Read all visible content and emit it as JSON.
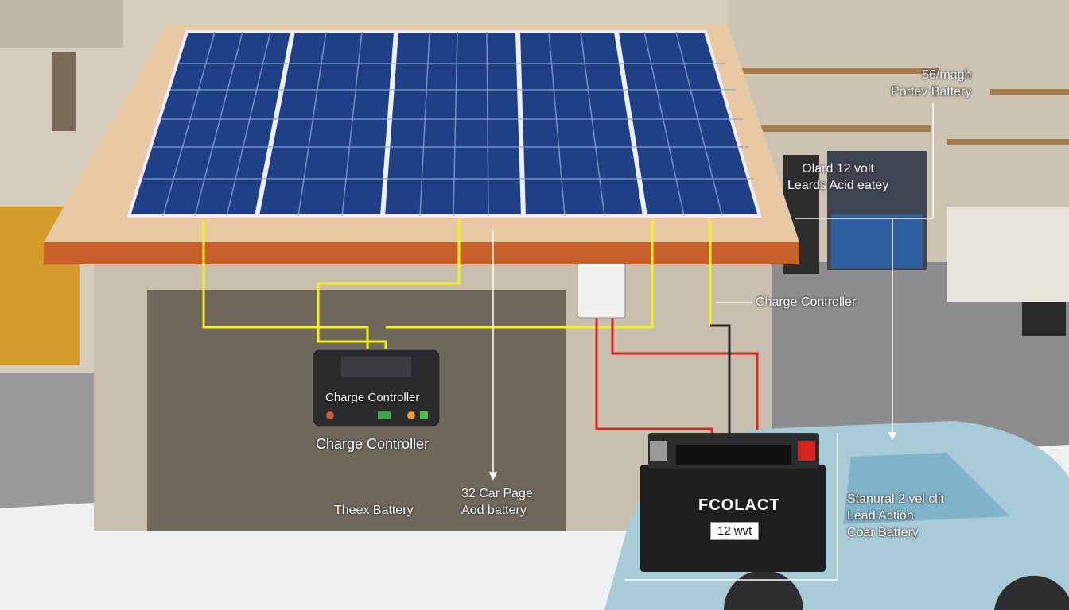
{
  "labels": {
    "portable_battery": [
      "56/magh",
      "Portev Battery"
    ],
    "lead_acid": [
      "Olard 12 volt",
      "Leards Acid eatey"
    ],
    "charge_controller_right": "Charge Controller",
    "controller_screen": "Charge Controller",
    "charge_controller_caption": "Charge Controller",
    "theex_battery": "Theex Battery",
    "car_page": [
      "32 Car Page",
      "Aod battery"
    ],
    "standard_car_battery": [
      "Stanural 2 vel clit",
      "Lead Action",
      "Coar Battery"
    ]
  },
  "battery": {
    "brand": "FCOLACT",
    "voltage": "12 wvt"
  },
  "colors": {
    "panel": "#1f3f86",
    "wire_yellow": "#f2f020",
    "wire_red": "#e0231d",
    "roof_fascia": "#c8602a",
    "battery": "#1e1e1e"
  }
}
